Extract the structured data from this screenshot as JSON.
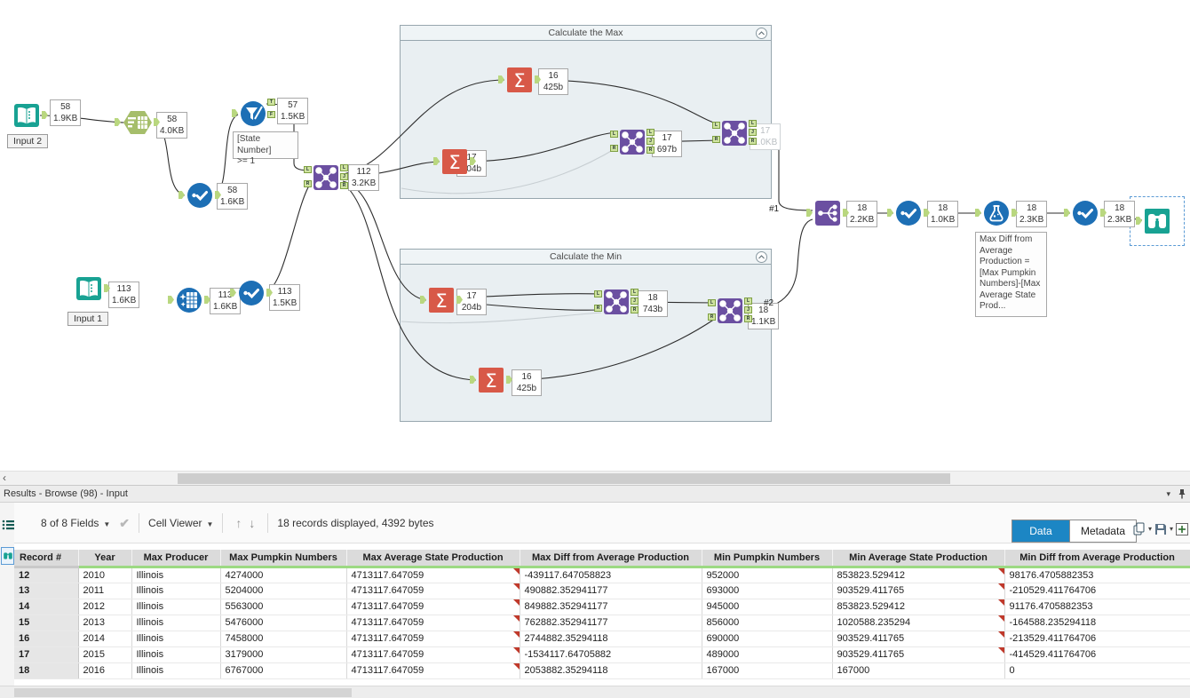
{
  "colors": {
    "tool_teal": "#18A293",
    "tool_blue": "#1D6FB5",
    "tool_orange": "#D85948",
    "tool_purple": "#6B4FA1",
    "tool_green_hex": "#A6BE6B",
    "tab_active": "#1C86C4",
    "header_green": "#9CD983",
    "flag_red": "#C0392B"
  },
  "canvas": {
    "containers": [
      {
        "title": "Calculate the Max"
      },
      {
        "title": "Calculate the Min"
      }
    ],
    "tool_labels": {
      "input2": "Input 2",
      "input1": "Input 1"
    },
    "comments": {
      "filter": "[State Number]\n>= 1",
      "formula": "Max Diff from\nAverage\nProduction =\n[Max Pumpkin\nNumbers]-[Max\nAverage State\nProd..."
    },
    "markers": {
      "m1": "#1",
      "m2": "#2"
    },
    "ports": {
      "l": "L",
      "j": "J",
      "r": "R",
      "t": "T",
      "f": "F"
    },
    "annotations": {
      "a1": {
        "count": "58",
        "size": "1.9KB"
      },
      "a2": {
        "count": "58",
        "size": "4.0KB"
      },
      "a3": {
        "count": "57",
        "size": "1.5KB"
      },
      "a4": {
        "count": "58",
        "size": "1.6KB"
      },
      "a5": {
        "count": "112",
        "size": "3.2KB"
      },
      "a6": {
        "count": "113",
        "size": "1.6KB"
      },
      "a7": {
        "count": "113",
        "size": "1.6KB"
      },
      "a8": {
        "count": "113",
        "size": "1.5KB"
      },
      "a9": {
        "count": "16",
        "size": "425b"
      },
      "a10": {
        "count": "17",
        "size": "204b"
      },
      "a11": {
        "count": "17",
        "size": "697b"
      },
      "a12": {
        "count": "17",
        "size": "1.0KB"
      },
      "a13": {
        "count": "17",
        "size": "204b"
      },
      "a14": {
        "count": "18",
        "size": "743b"
      },
      "a15": {
        "count": "18",
        "size": "1.1KB"
      },
      "a16": {
        "count": "16",
        "size": "425b"
      },
      "a17": {
        "count": "18",
        "size": "2.2KB"
      },
      "a18": {
        "count": "18",
        "size": "1.0KB"
      },
      "a19": {
        "count": "18",
        "size": "2.3KB"
      },
      "a20": {
        "count": "18",
        "size": "2.3KB"
      }
    }
  },
  "results": {
    "title": "Results - Browse (98) - Input",
    "toolbar": {
      "fields": "8 of 8 Fields",
      "cell_viewer": "Cell Viewer",
      "records": "18 records displayed, 4392 bytes"
    },
    "tabs": {
      "data": "Data",
      "metadata": "Metadata"
    }
  },
  "table": {
    "columns": [
      "Record #",
      "Year",
      "Max Producer",
      "Max Pumpkin Numbers",
      "Max Average State Production",
      "Max Diff from Average Production",
      "Min Pumpkin Numbers",
      "Min Average State Production",
      "Min Diff from Average Production"
    ],
    "rows": [
      [
        "12",
        "2010",
        "Illinois",
        "4274000",
        "4713117.647059",
        "-439117.647058823",
        "952000",
        "853823.529412",
        "98176.4705882353"
      ],
      [
        "13",
        "2011",
        "Illinois",
        "5204000",
        "4713117.647059",
        "490882.352941177",
        "693000",
        "903529.411765",
        "-210529.411764706"
      ],
      [
        "14",
        "2012",
        "Illinois",
        "5563000",
        "4713117.647059",
        "849882.352941177",
        "945000",
        "853823.529412",
        "91176.4705882353"
      ],
      [
        "15",
        "2013",
        "Illinois",
        "5476000",
        "4713117.647059",
        "762882.352941177",
        "856000",
        "1020588.235294",
        "-164588.235294118"
      ],
      [
        "16",
        "2014",
        "Illinois",
        "7458000",
        "4713117.647059",
        "2744882.35294118",
        "690000",
        "903529.411765",
        "-213529.411764706"
      ],
      [
        "17",
        "2015",
        "Illinois",
        "3179000",
        "4713117.647059",
        "-1534117.64705882",
        "489000",
        "903529.411765",
        "-414529.411764706"
      ],
      [
        "18",
        "2016",
        "Illinois",
        "6767000",
        "4713117.647059",
        "2053882.35294118",
        "167000",
        "167000",
        "0"
      ]
    ]
  }
}
